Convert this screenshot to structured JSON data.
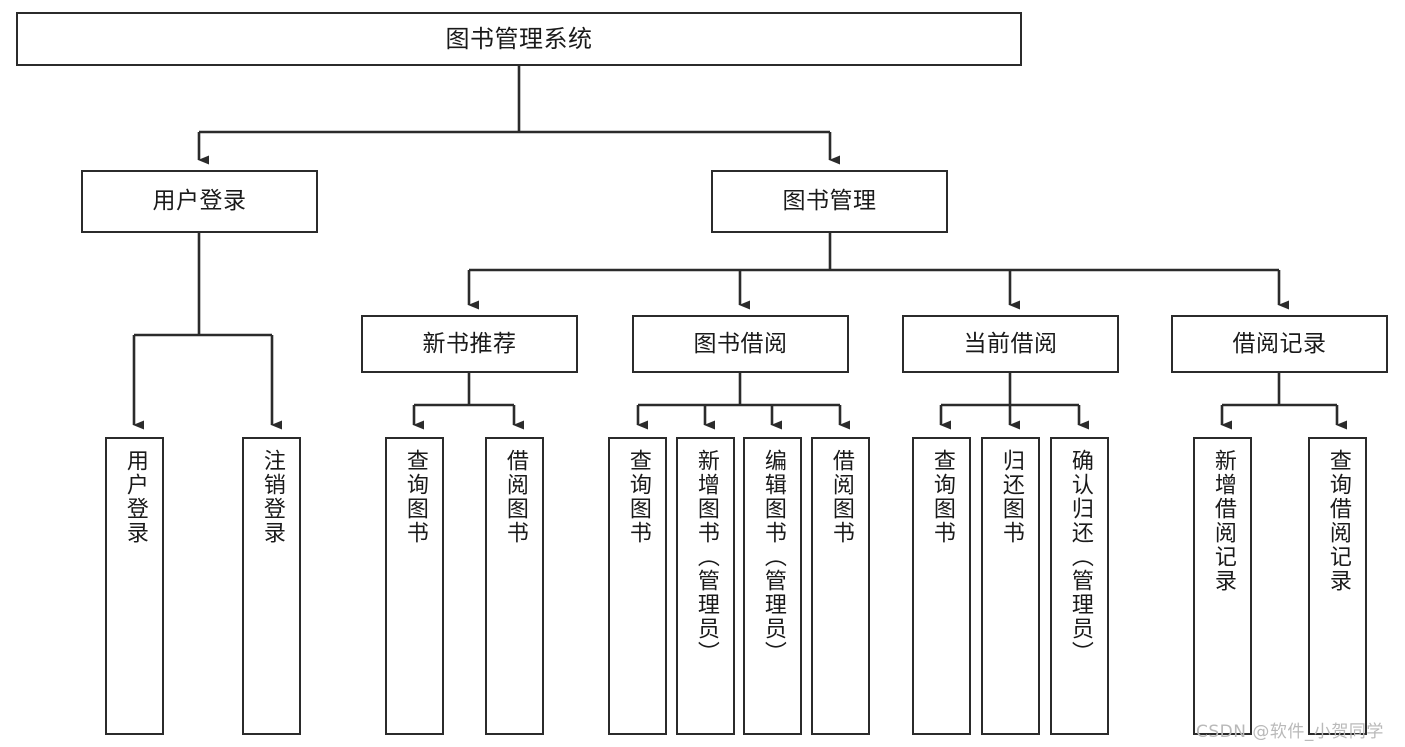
{
  "diagram": {
    "title": "图书管理系统",
    "type": "tree-hierarchy-chart",
    "stroke_color": "#2b2b2b",
    "fill_color": "#ffffff",
    "text_color": "#1a1a1a"
  },
  "nodes": {
    "root": {
      "label": "图书管理系统"
    },
    "level2": [
      {
        "id": "user-login",
        "label": "用户登录"
      },
      {
        "id": "book-manage",
        "label": "图书管理"
      }
    ],
    "level3": [
      {
        "id": "new-book-rec",
        "label": "新书推荐"
      },
      {
        "id": "book-borrow",
        "label": "图书借阅"
      },
      {
        "id": "current-borrow",
        "label": "当前借阅"
      },
      {
        "id": "borrow-record",
        "label": "借阅记录"
      }
    ],
    "leaves": {
      "user_login": [
        {
          "id": "leaf-user-login",
          "label": "用户登录"
        },
        {
          "id": "leaf-logout",
          "label": "注销登录"
        }
      ],
      "new_book_rec": [
        {
          "id": "leaf-query-book-1",
          "label": "查询图书"
        },
        {
          "id": "leaf-borrow-book-1",
          "label": "借阅图书"
        }
      ],
      "book_borrow": [
        {
          "id": "leaf-query-book-2",
          "label": "查询图书"
        },
        {
          "id": "leaf-add-book",
          "label": "新增图书（管理员）"
        },
        {
          "id": "leaf-edit-book",
          "label": "编辑图书（管理员）"
        },
        {
          "id": "leaf-borrow-book-2",
          "label": "借阅图书"
        }
      ],
      "current_borrow": [
        {
          "id": "leaf-query-book-3",
          "label": "查询图书"
        },
        {
          "id": "leaf-return-book",
          "label": "归还图书"
        },
        {
          "id": "leaf-confirm-return",
          "label": "确认归还（管理员）"
        }
      ],
      "borrow_record": [
        {
          "id": "leaf-add-record",
          "label": "新增借阅记录"
        },
        {
          "id": "leaf-query-record",
          "label": "查询借阅记录"
        }
      ]
    }
  },
  "watermark": {
    "text": "CSDN @软件_小贺同学"
  }
}
